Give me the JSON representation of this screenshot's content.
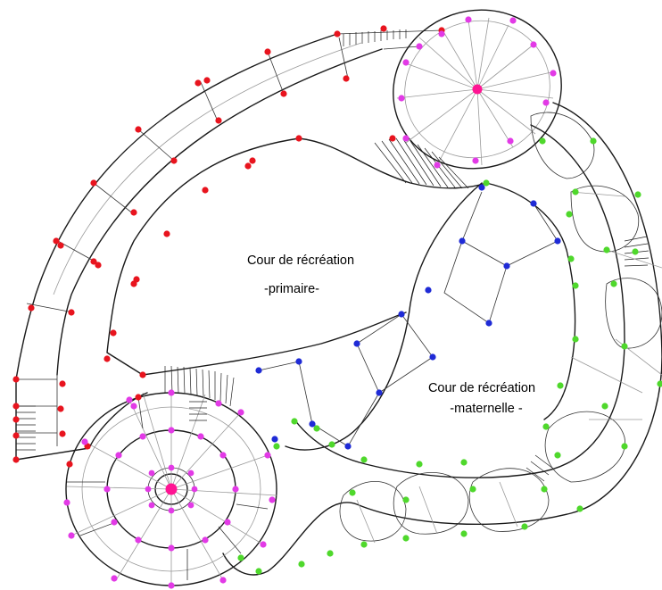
{
  "labels": {
    "primary_title": "Cour de récréation",
    "primary_sub": "-primaire-",
    "nursery_title": "Cour de récréation",
    "nursery_sub": "-maternelle -"
  },
  "colors": {
    "red_nodes": "#e8141e",
    "magenta_nodes": "#e23ae6",
    "blue_nodes": "#1f2bd6",
    "green_nodes": "#4fd82c",
    "hub_node": "#ff1493",
    "walls": "#1a1a1a"
  }
}
